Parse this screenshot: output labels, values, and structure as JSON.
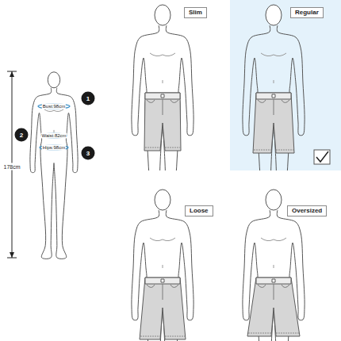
{
  "diagram": {
    "nodes": [
      {
        "text": [
          "1"
        ]
      },
      {
        "text": [
          "2"
        ]
      },
      {
        "text": [
          "3"
        ]
      },
      {
        "text": [
          "Slim"
        ]
      },
      {
        "text": [
          "Regular"
        ]
      },
      {
        "text": [
          "Loose"
        ]
      },
      {
        "text": [
          "Oversized"
        ]
      }
    ],
    "labels": [
      "178cm",
      "Bust:98cm",
      "Waist:82cm",
      "Hips:98cm"
    ]
  }
}
